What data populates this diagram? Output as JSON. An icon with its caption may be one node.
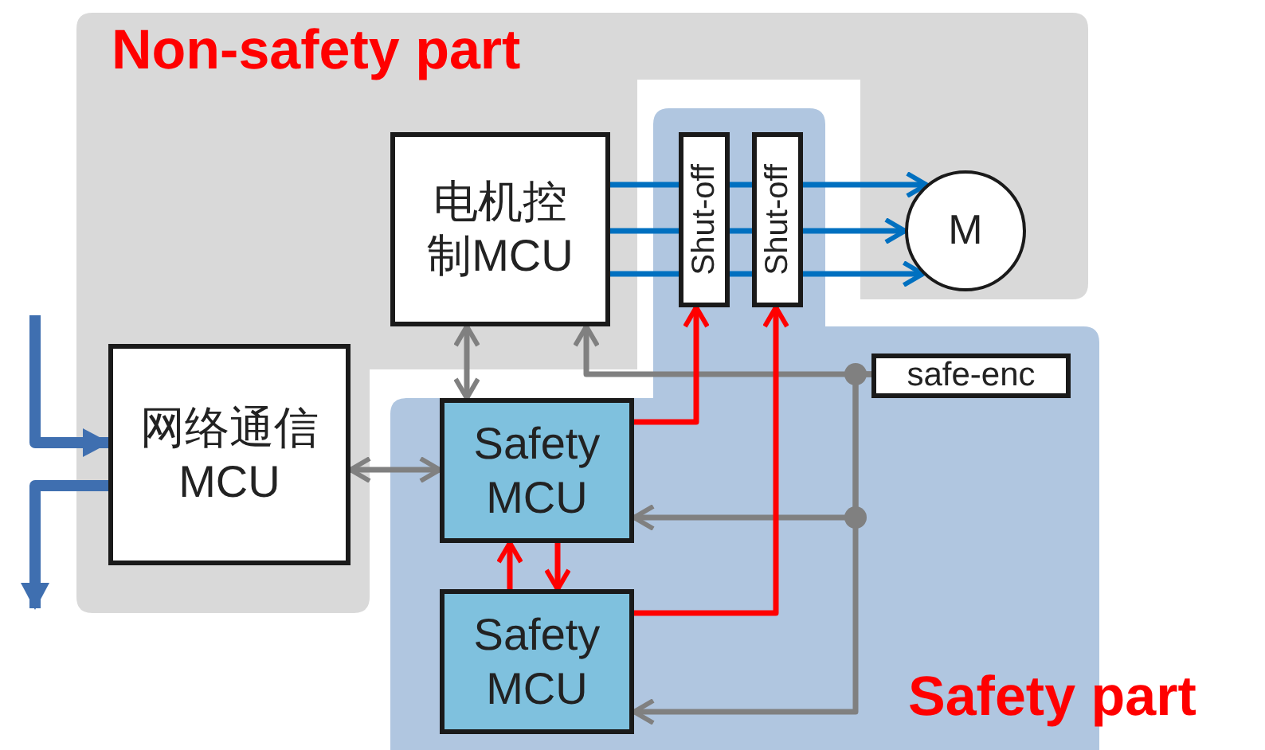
{
  "diagram": {
    "nodes": [
      {
        "text": [
          "Non-safety part"
        ]
      },
      {
        "text": [
          "Safety part"
        ]
      },
      {
        "text": [
          "电机控制MCU"
        ],
        "in": 0
      },
      {
        "text": [
          "网络通信MCU"
        ],
        "in": 0
      },
      {
        "text": [
          "Shut-off"
        ],
        "in": 1
      },
      {
        "text": [
          "Shut-off"
        ],
        "in": 1
      },
      {
        "text": [
          "M"
        ],
        "in": 0
      },
      {
        "text": [
          "Safety MCU"
        ],
        "in": 1
      },
      {
        "text": [
          "Safety MCU"
        ],
        "in": 1
      },
      {
        "text": [
          "safe-enc"
        ],
        "in": 1
      }
    ],
    "edges": [
      {
        "from": 2,
        "to": 4,
        "arrow": "none"
      },
      {
        "from": 2,
        "to": 4,
        "arrow": "none"
      },
      {
        "from": 2,
        "to": 4,
        "arrow": "none"
      },
      {
        "from": 4,
        "to": 5,
        "arrow": "none"
      },
      {
        "from": 4,
        "to": 5,
        "arrow": "none"
      },
      {
        "from": 4,
        "to": 5,
        "arrow": "none"
      },
      {
        "from": 5,
        "to": 6,
        "arrow": "to"
      },
      {
        "from": 5,
        "to": 6,
        "arrow": "to"
      },
      {
        "from": 5,
        "to": 6,
        "arrow": "to"
      },
      {
        "from": 2,
        "to": 7,
        "arrow": "both",
        "color": "#808080"
      },
      {
        "from": 9,
        "to": 2,
        "arrow": "to",
        "color": "#808080"
      },
      {
        "from": 9,
        "to": 7,
        "arrow": "to",
        "color": "#808080"
      },
      {
        "from": 9,
        "to": 8,
        "arrow": "to",
        "color": "#808080"
      },
      {
        "from": 3,
        "to": 7,
        "arrow": "both",
        "color": "#808080"
      },
      {
        "from": 7,
        "to": 4,
        "arrow": "to",
        "color": "#ff0000"
      },
      {
        "from": 8,
        "to": 5,
        "arrow": "to",
        "color": "#ff0000"
      },
      {
        "from": 8,
        "to": 7,
        "arrow": "to",
        "color": "#ff0000"
      },
      {
        "from": 7,
        "to": 8,
        "arrow": "to",
        "color": "#ff0000"
      },
      {
        "from": null,
        "to": 3,
        "arrow": "to",
        "style": "thick",
        "color": "#3f6fb0"
      },
      {
        "from": 3,
        "to": null,
        "arrow": "to",
        "style": "thick",
        "color": "#3f6fb0"
      }
    ]
  }
}
